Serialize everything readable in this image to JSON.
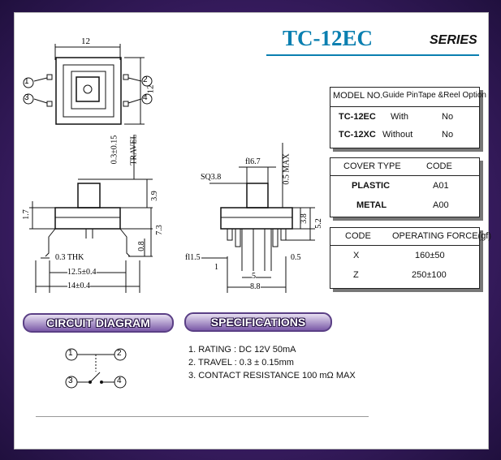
{
  "title": "TC-12EC",
  "series": "SERIES",
  "dims": {
    "top_width": "12",
    "top_height": "12",
    "travel_value": "0.3±0.15",
    "travel_label": "TRAVEL",
    "h39": "3.9",
    "h17": "1.7",
    "h08": "0.8",
    "h73": "7.3",
    "thk": "0.3 THK",
    "w125": "12.5±0.4",
    "w14": "14±0.4",
    "f67": "fl6.7",
    "sq38": "SQ3.8",
    "max05": "0.5 MAX",
    "h38": "3.8",
    "h52": "5.2",
    "f15": "fl1.5",
    "d1": "1",
    "d05": "0.5",
    "d5": "5",
    "d88": "8.8"
  },
  "pins": [
    "1",
    "2",
    "3",
    "4"
  ],
  "model_table": {
    "headers": [
      "MODEL NO.",
      "Guide Pin",
      "Tape &Reel Option"
    ],
    "rows": [
      [
        "TC-12EC",
        "With",
        "No"
      ],
      [
        "TC-12XC",
        "Without",
        "No"
      ]
    ]
  },
  "cover_table": {
    "headers": [
      "COVER TYPE",
      "CODE"
    ],
    "rows": [
      [
        "PLASTIC",
        "A01"
      ],
      [
        "METAL",
        "A00"
      ]
    ]
  },
  "force_table": {
    "headers": [
      "CODE",
      "OPERATING FORCE(gf)"
    ],
    "rows": [
      [
        "X",
        "160±50"
      ],
      [
        "Z",
        "250±100"
      ]
    ]
  },
  "circuit_label": "CIRCUIT DIAGRAM",
  "spec_label": "SPECIFICATIONS",
  "specs": [
    "1. RATING : DC 12V  50mA",
    "2. TRAVEL : 0.3 ± 0.15mm",
    "3. CONTACT  RESISTANCE 100 mΩ MAX"
  ]
}
